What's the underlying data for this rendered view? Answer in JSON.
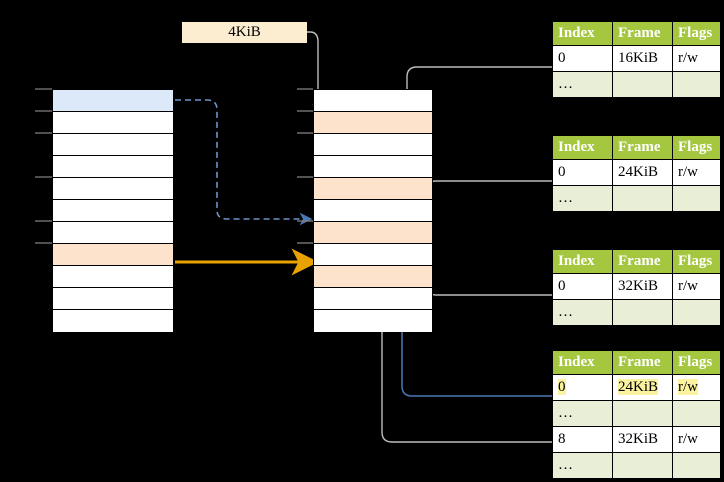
{
  "diagram": {
    "title_label": "4KiB",
    "colors": {
      "header_green": "#a5c73f",
      "alt_row_green": "#e9efd6",
      "highlight_yellow": "#fcf3a0",
      "peach_row": "#fde3cb",
      "blue_row": "#dce9f9",
      "label_cream": "#fcecd0",
      "orange_arrow": "#e8a202",
      "blue_arrow": "#4a78b5",
      "gray_arrow": "#bdbdbd",
      "background": "#000000"
    }
  },
  "left_table": {
    "name": "virtual-address-space",
    "rows": [
      {
        "fill": "blue",
        "tick": true
      },
      {
        "fill": "white",
        "tick": true
      },
      {
        "fill": "white",
        "tick": true
      },
      {
        "fill": "white",
        "tick": false
      },
      {
        "fill": "white",
        "tick": true
      },
      {
        "fill": "white",
        "tick": false
      },
      {
        "fill": "white",
        "tick": true
      },
      {
        "fill": "peach",
        "tick": true
      },
      {
        "fill": "white",
        "tick": false
      },
      {
        "fill": "white",
        "tick": false
      },
      {
        "fill": "white",
        "tick": false
      }
    ]
  },
  "middle_table": {
    "name": "physical-memory-frames",
    "rows": [
      {
        "fill": "white",
        "tick": true
      },
      {
        "fill": "peach",
        "tick": true
      },
      {
        "fill": "white",
        "tick": true
      },
      {
        "fill": "white",
        "tick": false
      },
      {
        "fill": "peach",
        "tick": true
      },
      {
        "fill": "white",
        "tick": false
      },
      {
        "fill": "peach",
        "tick": true
      },
      {
        "fill": "white",
        "tick": false
      },
      {
        "fill": "peach",
        "tick": true
      },
      {
        "fill": "white",
        "tick": false
      },
      {
        "fill": "white",
        "tick": false
      }
    ]
  },
  "page_tables": [
    {
      "name": "page-table-level-1",
      "headers": [
        "Index",
        "Frame",
        "Flags"
      ],
      "rows": [
        {
          "cells": [
            "0",
            "16KiB",
            "r/w"
          ],
          "alt": false,
          "highlight": []
        },
        {
          "cells": [
            "…",
            "",
            ""
          ],
          "alt": true,
          "highlight": []
        }
      ]
    },
    {
      "name": "page-table-level-2",
      "headers": [
        "Index",
        "Frame",
        "Flags"
      ],
      "rows": [
        {
          "cells": [
            "0",
            "24KiB",
            "r/w"
          ],
          "alt": false,
          "highlight": []
        },
        {
          "cells": [
            "…",
            "",
            ""
          ],
          "alt": true,
          "highlight": []
        }
      ]
    },
    {
      "name": "page-table-level-3",
      "headers": [
        "Index",
        "Frame",
        "Flags"
      ],
      "rows": [
        {
          "cells": [
            "0",
            "32KiB",
            "r/w"
          ],
          "alt": false,
          "highlight": []
        },
        {
          "cells": [
            "…",
            "",
            ""
          ],
          "alt": true,
          "highlight": []
        }
      ]
    },
    {
      "name": "page-table-level-4",
      "headers": [
        "Index",
        "Frame",
        "Flags"
      ],
      "rows": [
        {
          "cells": [
            "0",
            "24KiB",
            "r/w"
          ],
          "alt": false,
          "highlight": [
            0,
            1,
            2
          ]
        },
        {
          "cells": [
            "…",
            "",
            ""
          ],
          "alt": true,
          "highlight": []
        },
        {
          "cells": [
            "8",
            "32KiB",
            "r/w"
          ],
          "alt": false,
          "highlight": []
        },
        {
          "cells": [
            "…",
            "",
            ""
          ],
          "alt": true,
          "highlight": []
        }
      ]
    }
  ]
}
